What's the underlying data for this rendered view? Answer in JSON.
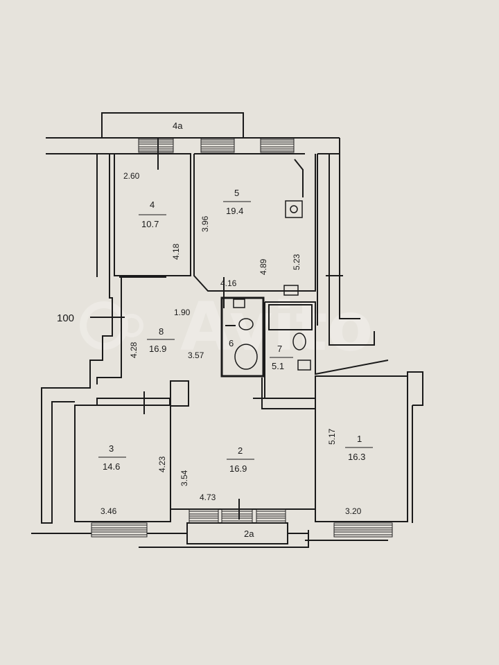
{
  "plan": {
    "apartment_number": "100",
    "balconies": [
      {
        "id": "4a",
        "label": "4а"
      },
      {
        "id": "2a",
        "label": "2а"
      }
    ],
    "rooms": [
      {
        "number": "1",
        "area": "16.3"
      },
      {
        "number": "2",
        "area": "16.9"
      },
      {
        "number": "3",
        "area": "14.6"
      },
      {
        "number": "4",
        "area": "10.7"
      },
      {
        "number": "5",
        "area": "19.4"
      },
      {
        "number": "6",
        "area": ""
      },
      {
        "number": "7",
        "area": "5.1"
      },
      {
        "number": "8",
        "area": "16.9"
      }
    ],
    "dimensions": [
      "2.60",
      "3.96",
      "4.18",
      "4.89",
      "5.23",
      "4.16",
      "1.90",
      "4.28",
      "3.57",
      "4.23",
      "3.54",
      "4.73",
      "3.46",
      "5.17",
      "3.20"
    ],
    "watermark": "Avito"
  }
}
